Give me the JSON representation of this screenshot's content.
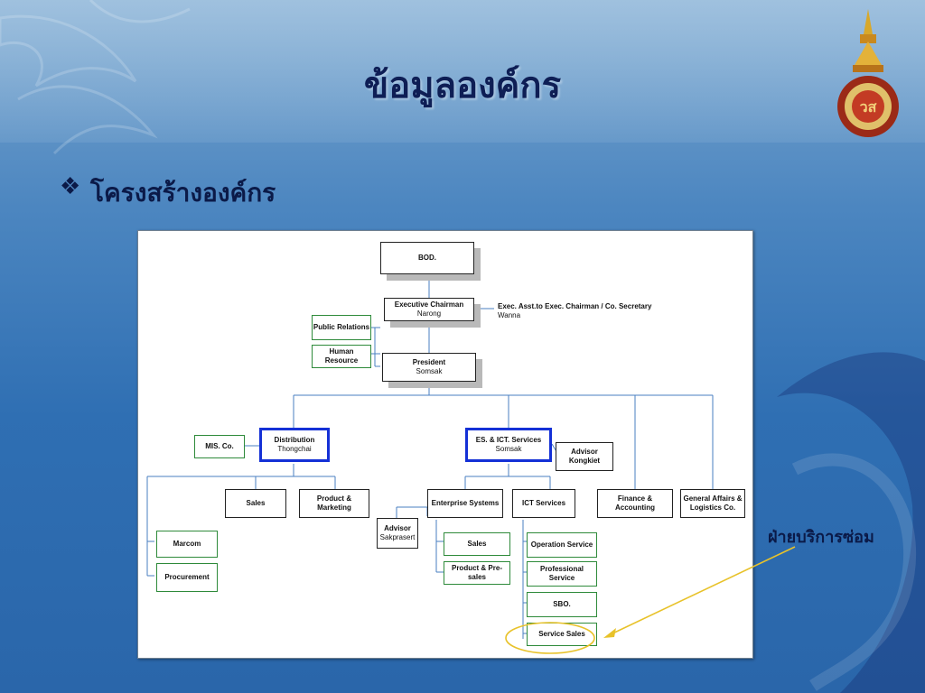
{
  "slide": {
    "title": "ข้อมูลองค์กร",
    "bullet_icon": "four-diamond-bullet",
    "subtitle": "โครงสร้างองค์กร",
    "callout": "ฝ่ายบริการซ่อม",
    "colors": {
      "title": "#0e1e55",
      "callout_line": "#e8c22a",
      "background": "#2f6fb3"
    }
  },
  "org": {
    "bod": "BOD.",
    "exec_chairman": {
      "title": "Executive Chairman",
      "name": "Narong"
    },
    "exec_asst": {
      "title": "Exec. Asst.to Exec. Chairman / Co. Secretary",
      "name": "Wanna"
    },
    "public_relations": "Public Relations",
    "human_resource": "Human Resource",
    "president": {
      "title": "President",
      "name": "Somsak"
    },
    "mis": "MIS. Co.",
    "distribution": {
      "title": "Distribution",
      "name": "Thongchai"
    },
    "es_ict": {
      "title": "ES. & ICT. Services",
      "name": "Somsak"
    },
    "advisor_top": {
      "title": "Advisor",
      "name": "Kongkiet"
    },
    "sales": "Sales",
    "product_marketing": "Product & Marketing",
    "enterprise_systems": "Enterprise Systems",
    "ict_services": "ICT Services",
    "finance": "Finance & Accounting",
    "general_affairs": "General Affairs & Logistics Co.",
    "marcom": "Marcom",
    "procurement": "Procurement",
    "advisor_es": {
      "title": "Advisor",
      "name": "Sakprasert"
    },
    "es_sales": "Sales",
    "product_presales": "Product & Pre-sales",
    "operation_service": "Operation Service",
    "professional_service": "Professional Service",
    "sbo": "SBO.",
    "service_sales": "Service Sales"
  }
}
